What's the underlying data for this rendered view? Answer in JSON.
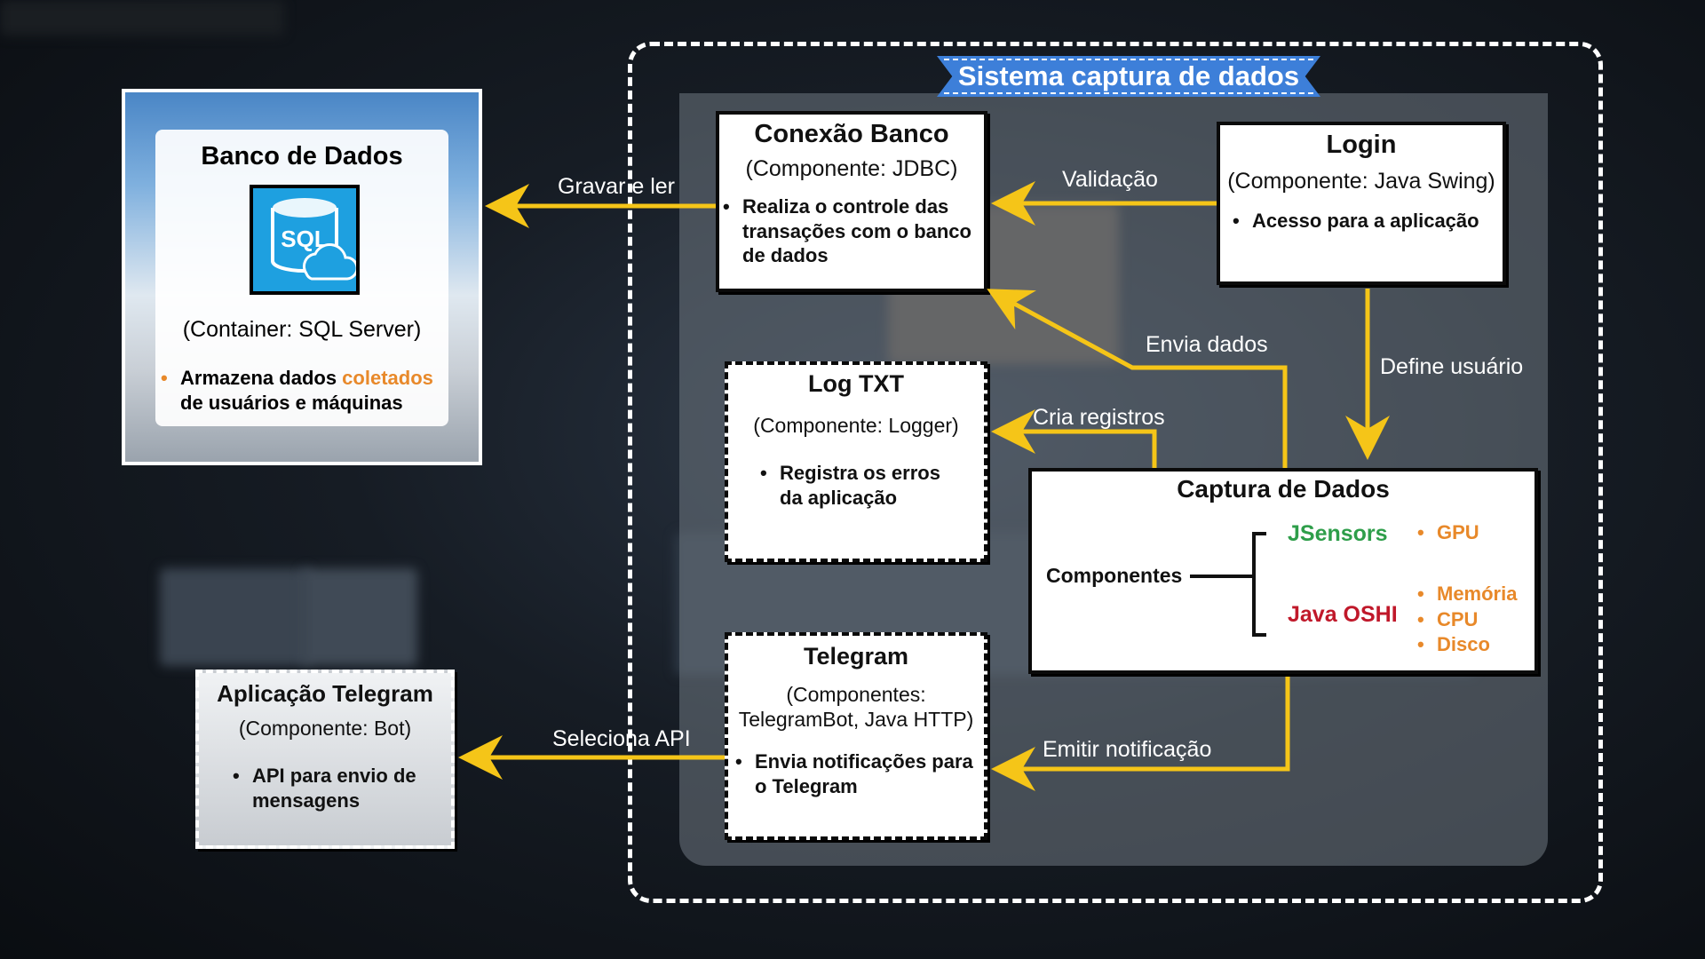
{
  "title": "Sistema captura de dados",
  "nodes": {
    "banco_dados": {
      "title": "Banco de Dados",
      "icon": "sql-database-cloud-icon",
      "icon_text": "SQL",
      "subtitle": "(Container: SQL Server)",
      "bullet_before": "Armazena dados ",
      "bullet_highlight": "coletados",
      "bullet_after": "de usuários e máquinas"
    },
    "conexao_banco": {
      "title": "Conexão Banco",
      "subtitle": "(Componente: JDBC)",
      "bullet": "Realiza o controle das transações com o banco de dados"
    },
    "login": {
      "title": "Login",
      "subtitle": "(Componente: Java Swing)",
      "bullet": "Acesso para a aplicação"
    },
    "log_txt": {
      "title": "Log TXT",
      "subtitle": "(Componente: Logger)",
      "bullet": "Registra os erros da aplicação"
    },
    "captura_dados": {
      "title": "Captura de Dados",
      "componentes_label": "Componentes",
      "jsensors": "JSensors",
      "jsensors_items": [
        "GPU"
      ],
      "java_oshi": "Java OSHI",
      "oshi_items": [
        "Memória",
        "CPU",
        "Disco"
      ]
    },
    "telegram": {
      "title": "Telegram",
      "subtitle_line1": "(Componentes:",
      "subtitle_line2": "TelegramBot, Java HTTP)",
      "bullet": "Envia notificações para o Telegram"
    },
    "aplicacao_telegram": {
      "title": "Aplicação Telegram",
      "subtitle": "(Componente: Bot)",
      "bullet": "API para envio de mensagens"
    }
  },
  "edges": {
    "gravar_ler": "Gravar e ler",
    "validacao": "Validação",
    "envia_dados": "Envia dados",
    "define_usuario": "Define usuário",
    "cria_registros": "Cria registros",
    "emitir_notificacao": "Emitir notificação",
    "seleciona_api": "Seleciona API"
  },
  "colors": {
    "arrow": "#f5c518",
    "highlight_orange": "#e8892a",
    "jsensors_green": "#2e9e4a",
    "oshi_red": "#c0182a",
    "ribbon_blue": "#3d7fd9"
  }
}
